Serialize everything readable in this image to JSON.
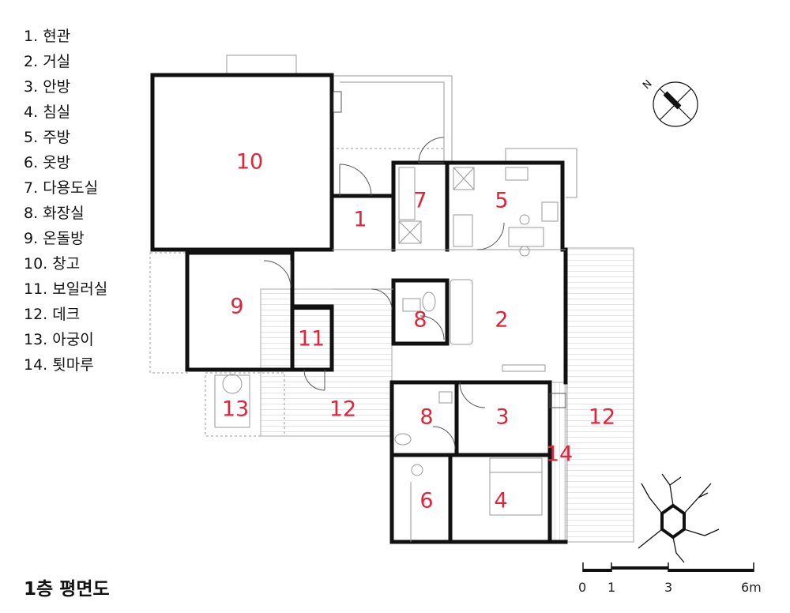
{
  "legend": [
    {
      "num": "1.",
      "name": "현관"
    },
    {
      "num": "2.",
      "name": "거실"
    },
    {
      "num": "3.",
      "name": "안방"
    },
    {
      "num": "4.",
      "name": "침실"
    },
    {
      "num": "5.",
      "name": "주방"
    },
    {
      "num": "6.",
      "name": "옷방"
    },
    {
      "num": "7.",
      "name": "다용도실"
    },
    {
      "num": "8.",
      "name": "화장실"
    },
    {
      "num": "9.",
      "name": "온돌방"
    },
    {
      "num": "10.",
      "name": "창고"
    },
    {
      "num": "11.",
      "name": "보일러실"
    },
    {
      "num": "12.",
      "name": "데크"
    },
    {
      "num": "13.",
      "name": "아궁이"
    },
    {
      "num": "14.",
      "name": "툇마루"
    }
  ],
  "room_labels": [
    "10",
    "1",
    "7",
    "5",
    "9",
    "11",
    "2",
    "8",
    "12",
    "13",
    "8",
    "3",
    "12",
    "14",
    "6",
    "4"
  ],
  "title": "1층 평면도",
  "scale": {
    "labels": [
      "0",
      "1",
      "3",
      "6m"
    ]
  },
  "compass": {
    "label": "N"
  },
  "colors": {
    "wall": "#111111",
    "room_number": "#e0243a",
    "thin_line": "#888888"
  }
}
